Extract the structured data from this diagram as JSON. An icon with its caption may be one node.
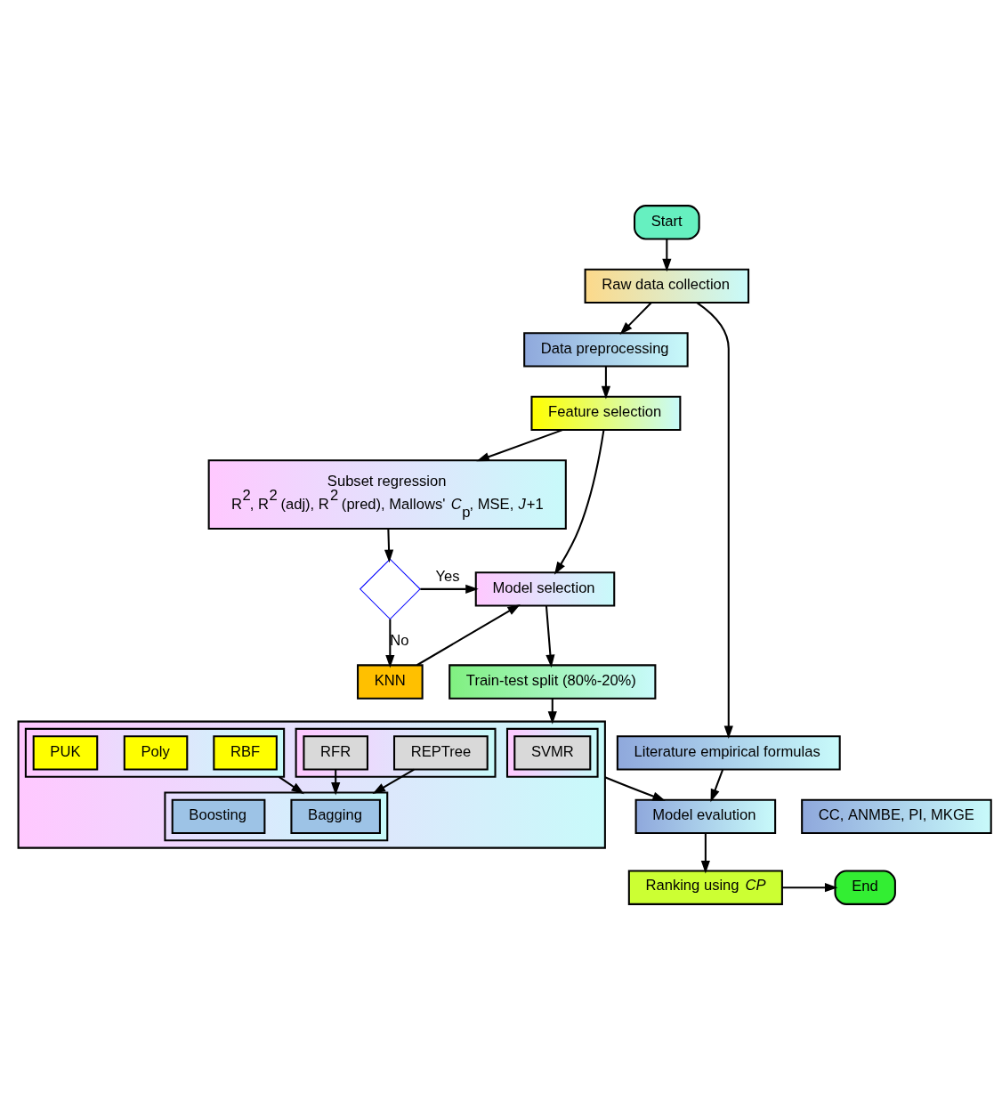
{
  "diagram": {
    "nodes": [
      {
        "text": [
          "Start"
        ]
      },
      {
        "text": [
          "Raw data collection"
        ]
      },
      {
        "text": [
          "Data preprocessing"
        ]
      },
      {
        "text": [
          "Feature selection"
        ]
      },
      {
        "text": [
          "Model selection"
        ]
      },
      {
        "text": [
          "Train-test split (80%-20%)"
        ]
      },
      {
        "text": [
          "Literature empirical formulas"
        ]
      },
      {
        "text": [
          "Subset regression",
          "R$^{2}$, R$^{2}$ (adj), R$^{2}$ (pred), Mallows' *C*$_{p}$, MSE, *J*+1"
        ]
      },
      {
        "text": [],
        "shape": "diamond"
      },
      {
        "text": [
          "KNN"
        ]
      },
      {
        "text": [],
        "shape": "box"
      },
      {
        "text": [],
        "shape": "box",
        "in": 10
      },
      {
        "text": [
          "SVMR"
        ],
        "in": 11
      },
      {
        "text": [],
        "shape": "box",
        "in": 10
      },
      {
        "text": [
          "RFR"
        ],
        "in": 13
      },
      {
        "text": [
          "REPTree"
        ],
        "in": 13
      },
      {
        "text": [],
        "shape": "box",
        "in": 10
      },
      {
        "text": [
          "RBF"
        ],
        "in": 16
      },
      {
        "text": [
          "Poly"
        ],
        "in": 16
      },
      {
        "text": [
          "PUK"
        ],
        "in": 16
      },
      {
        "text": [],
        "shape": "box",
        "in": 10
      },
      {
        "text": [
          "Bagging"
        ],
        "in": 20
      },
      {
        "text": [
          "Boosting"
        ],
        "in": 20
      },
      {
        "text": [
          "Model evalution"
        ]
      },
      {
        "text": [
          "CC, ANMBE, PI, MKGE"
        ]
      },
      {
        "text": [
          "Ranking using *CP*"
        ]
      },
      {
        "text": [
          "End"
        ]
      }
    ],
    "edges": [
      {
        "from": 0,
        "to": 1,
        "arrow": "to"
      },
      {
        "from": 1,
        "to": 2,
        "arrow": "to"
      },
      {
        "from": 2,
        "to": 3,
        "arrow": "to"
      },
      {
        "from": 3,
        "to": 4,
        "arrow": "to"
      },
      {
        "from": 4,
        "to": 5,
        "arrow": "to"
      },
      {
        "from": 3,
        "to": 7,
        "arrow": "to"
      },
      {
        "from": 7,
        "to": 8,
        "arrow": "to"
      },
      {
        "from": 8,
        "to": 4,
        "label": "Yes",
        "arrow": "to"
      },
      {
        "from": 8,
        "to": 9,
        "label": "No",
        "arrow": "to"
      },
      {
        "from": 9,
        "to": 4,
        "arrow": "to"
      },
      {
        "from": 1,
        "to": 6,
        "arrow": "to"
      },
      {
        "from": 5,
        "to": 10,
        "arrow": "to"
      },
      {
        "from": 14,
        "to": 20,
        "arrow": "to"
      },
      {
        "from": 15,
        "to": 20,
        "arrow": "to"
      },
      {
        "from": 16,
        "to": 20,
        "arrow": "to"
      },
      {
        "from": 10,
        "to": 23,
        "arrow": "to"
      },
      {
        "from": 6,
        "to": 23,
        "arrow": "to"
      },
      {
        "from": 23,
        "to": 25,
        "arrow": "to"
      },
      {
        "from": 25,
        "to": 26,
        "arrow": "to"
      }
    ]
  }
}
